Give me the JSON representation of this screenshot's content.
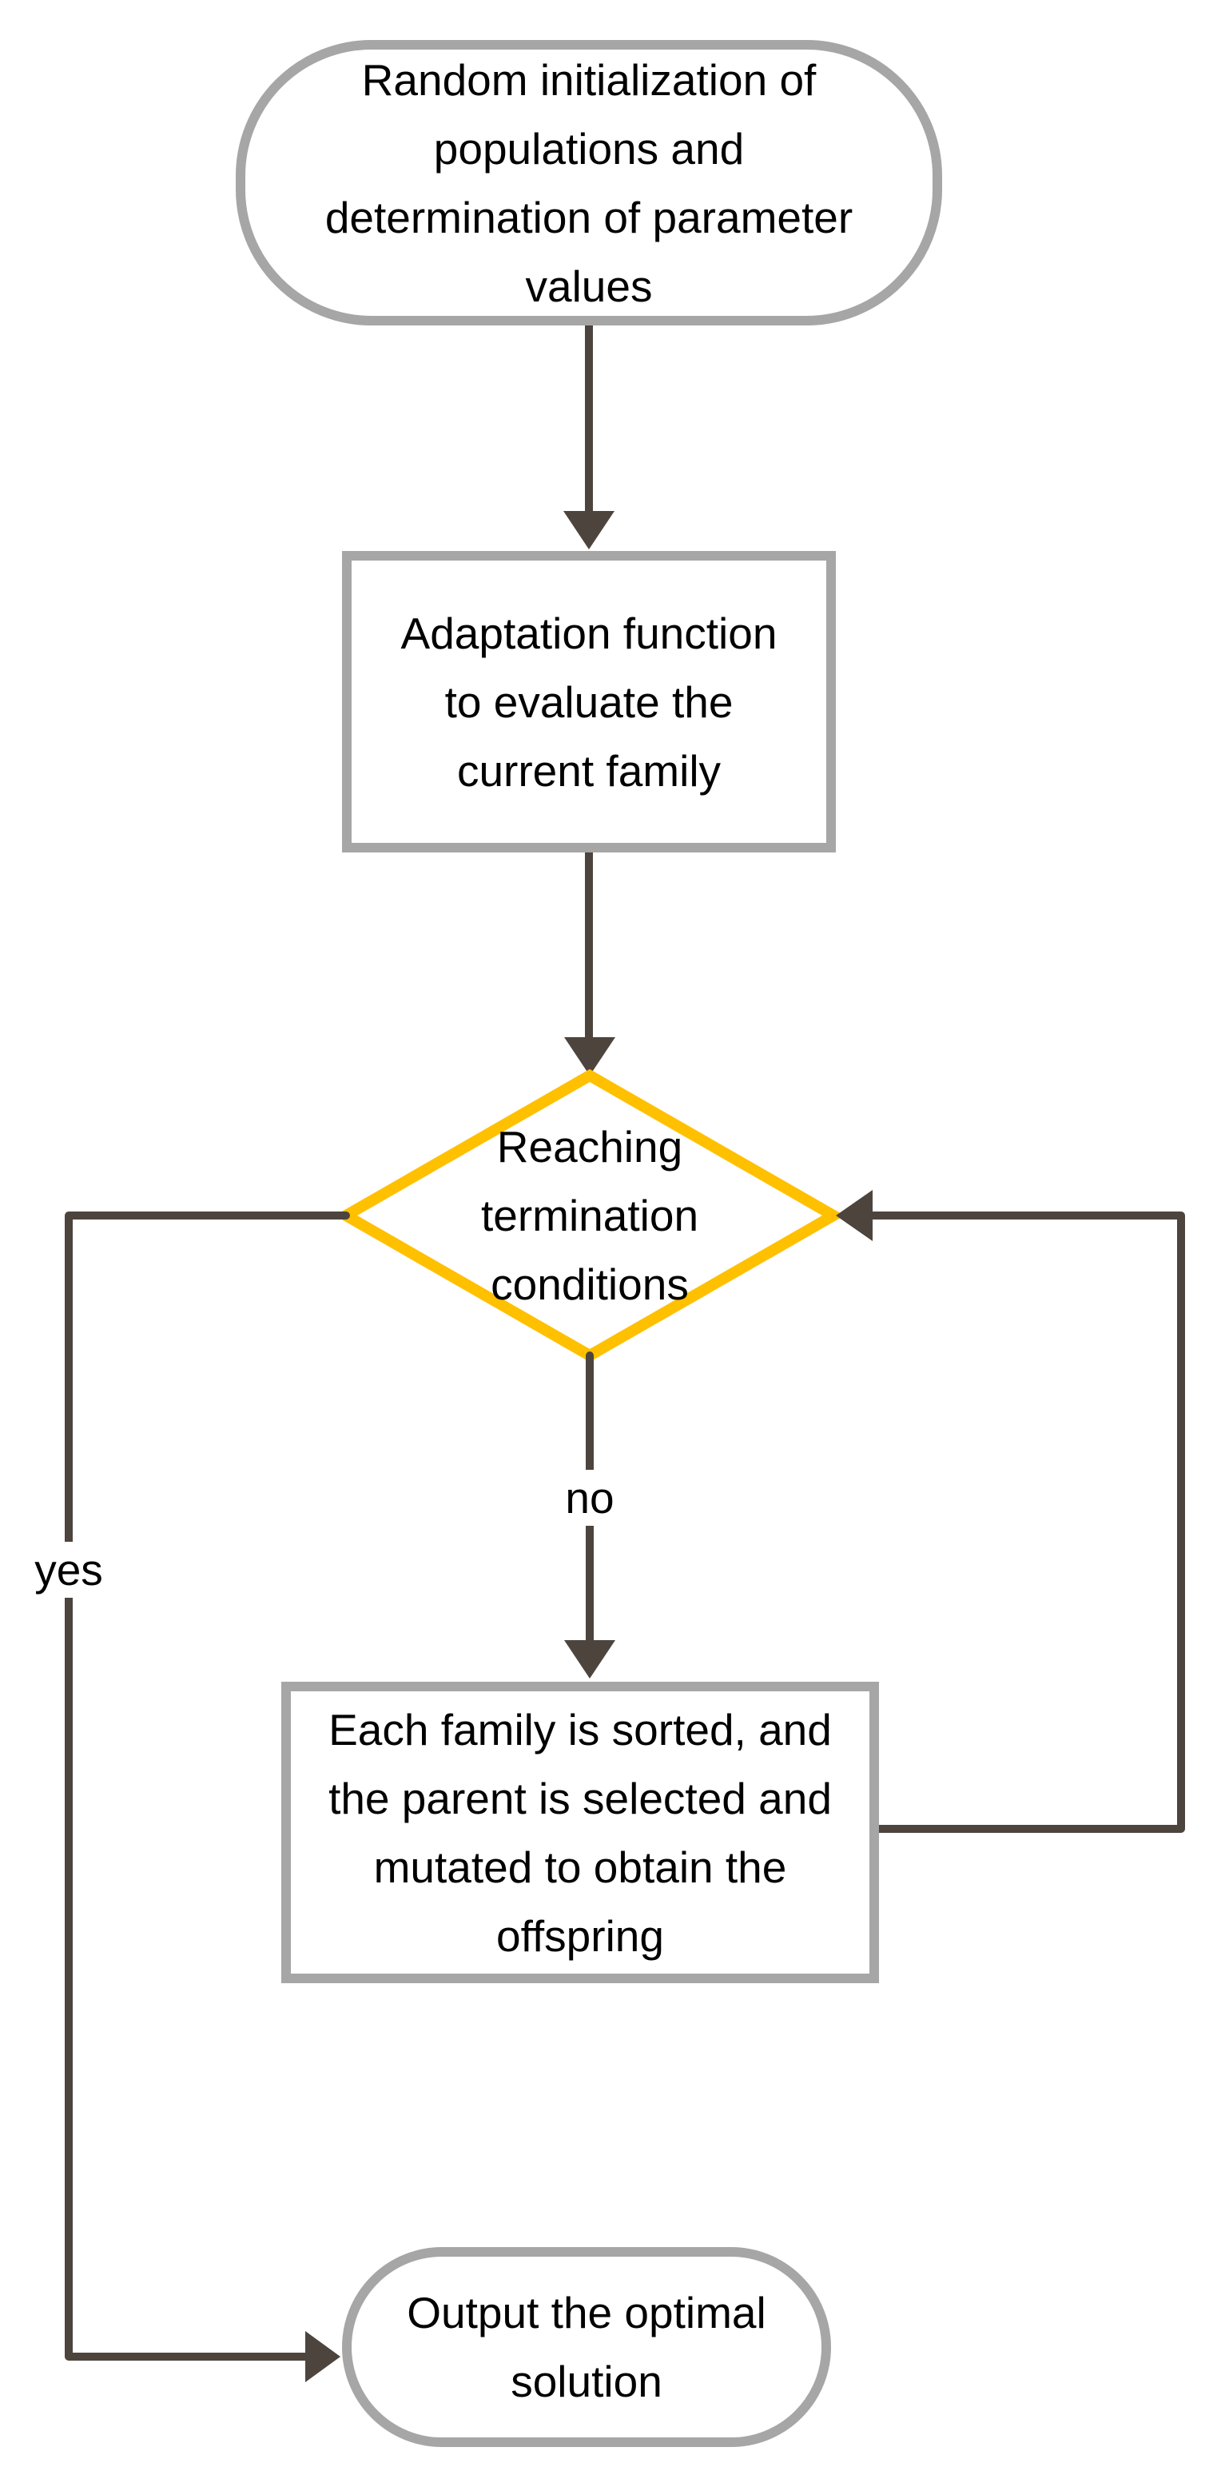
{
  "colors": {
    "background": "#ffffff",
    "node-border": "#a6a6a6",
    "decision-border": "#ffc000",
    "line": "#4d443e",
    "text": "#000000"
  },
  "flowchart": {
    "nodes": {
      "start": {
        "shape": "terminator",
        "text": "Random initialization of populations and determination of parameter values",
        "lines": [
          "Random initialization of",
          "populations and",
          "determination of parameter",
          "values"
        ]
      },
      "evaluate": {
        "shape": "process",
        "text": "Adaptation function to evaluate the current family",
        "lines": [
          "Adaptation function",
          "to evaluate the",
          "current family"
        ]
      },
      "decision": {
        "shape": "decision",
        "text": "Reaching termination conditions",
        "lines": [
          "Reaching",
          "termination",
          "conditions"
        ]
      },
      "offspring": {
        "shape": "process",
        "text": "Each family is sorted, and the parent is selected and mutated to obtain the offspring",
        "lines": [
          "Each family is sorted, and",
          "the parent is selected and",
          "mutated to obtain the",
          "offspring"
        ]
      },
      "output": {
        "shape": "terminator",
        "text": "Output the optimal solution",
        "lines": [
          "Output the optimal",
          "solution"
        ]
      }
    },
    "labels": {
      "no": "no",
      "yes": "yes"
    }
  }
}
